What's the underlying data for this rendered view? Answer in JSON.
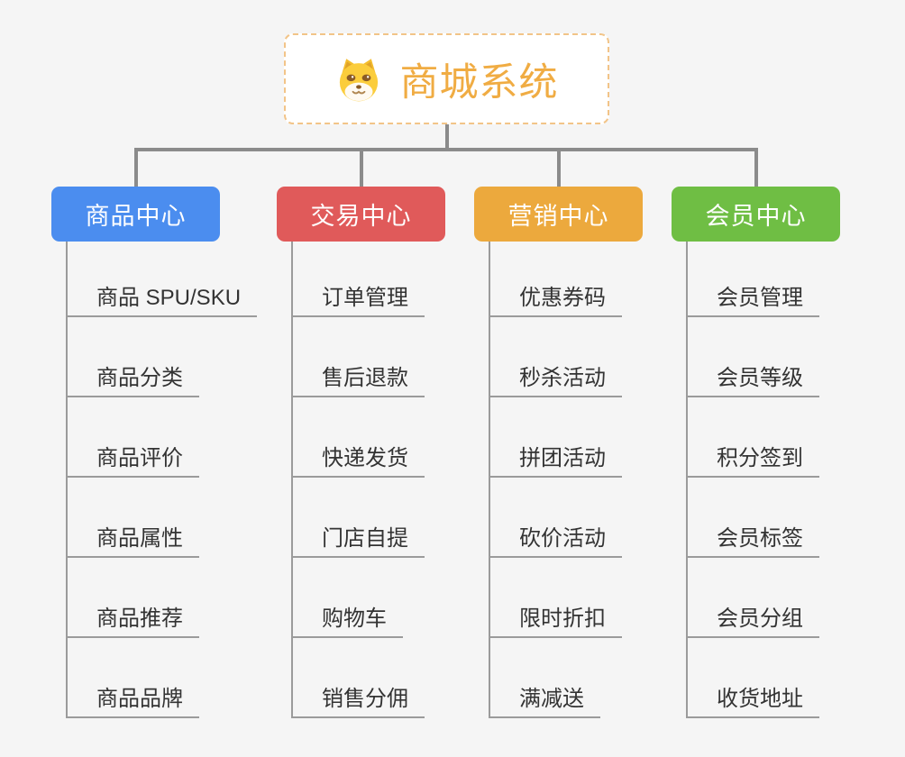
{
  "root": {
    "title": "商城系统",
    "icon": "doge-icon",
    "text_color": "#f0ac43",
    "border_color": "#f2c488",
    "bg": "#ffffff"
  },
  "connector_color": "#8b8b8b",
  "leaf_line_color": "#9b9b9b",
  "leaf_text_color": "#333333",
  "background_color": "#f5f5f5",
  "branches": [
    {
      "label": "商品中心",
      "color": "#4b8def",
      "items": [
        "商品 SPU/SKU",
        "商品分类",
        "商品评价",
        "商品属性",
        "商品推荐",
        "商品品牌"
      ]
    },
    {
      "label": "交易中心",
      "color": "#e05a5a",
      "items": [
        "订单管理",
        "售后退款",
        "快递发货",
        "门店自提",
        "购物车",
        "销售分佣"
      ]
    },
    {
      "label": "营销中心",
      "color": "#eca93d",
      "items": [
        "优惠券码",
        "秒杀活动",
        "拼团活动",
        "砍价活动",
        "限时折扣",
        "满减送"
      ]
    },
    {
      "label": "会员中心",
      "color": "#6fbe44",
      "items": [
        "会员管理",
        "会员等级",
        "积分签到",
        "会员标签",
        "会员分组",
        "收货地址"
      ]
    }
  ]
}
